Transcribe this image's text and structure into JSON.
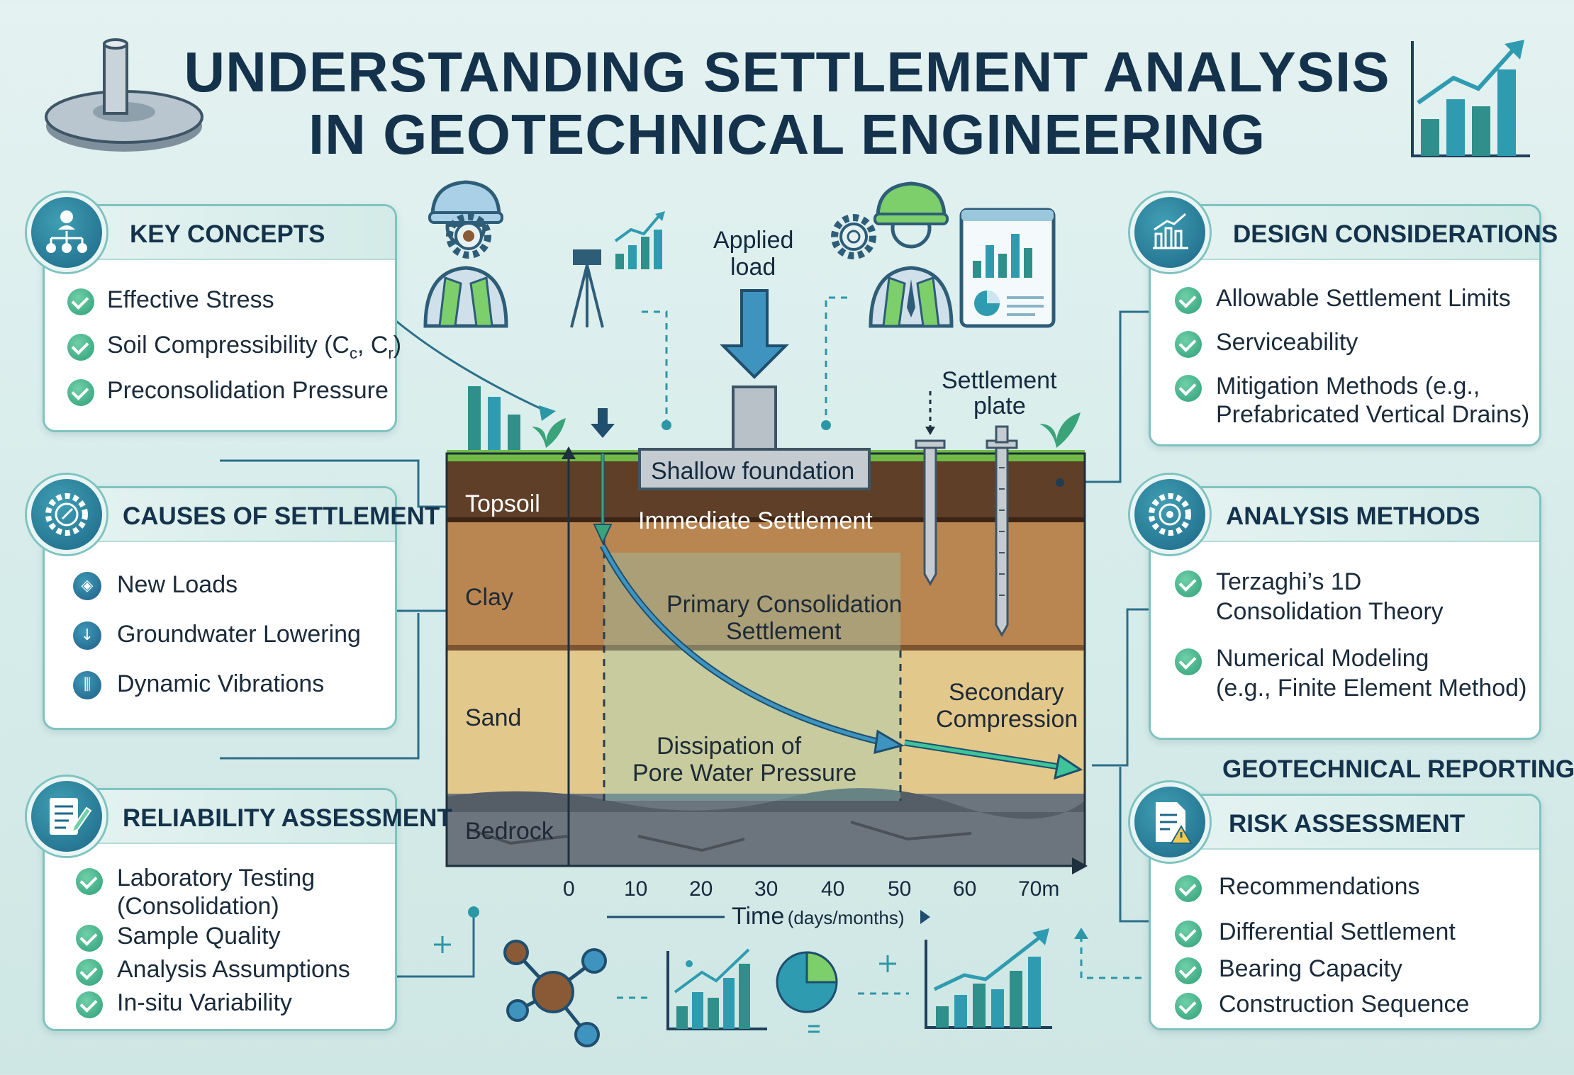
{
  "title": {
    "line1": "UNDERSTANDING SETTLEMENT ANALYSIS",
    "line2": "IN GEOTECHNICAL ENGINEERING"
  },
  "key_concepts": {
    "title": "KEY CONCEPTS",
    "items": [
      "Effective Stress",
      "Soil Compressibility (C",
      "Preconsolidation Pressure"
    ],
    "sub_c": "c",
    "sub_r": "r",
    "close": ")",
    "sep": ", C"
  },
  "causes": {
    "title": "CAUSES OF SETTLEMENT",
    "items": [
      "New Loads",
      "Groundwater Lowering",
      "Dynamic Vibrations"
    ]
  },
  "reliability": {
    "title": "RELIABILITY ASSESSMENT",
    "items": [
      "Laboratory Testing",
      "(Consolidation)",
      "Sample Quality",
      "Analysis Assumptions",
      "In-situ Variability"
    ]
  },
  "design": {
    "title": "DESIGN CONSIDERATIONS",
    "items": [
      "Allowable Settlement Limits",
      "Serviceability",
      "Mitigation Methods (e.g.,",
      "Prefabricated Vertical Drains)"
    ]
  },
  "analysis": {
    "title": "ANALYSIS METHODS",
    "items": [
      "Terzaghi’s 1D",
      "Consolidation Theory",
      "Numerical Modeling",
      "(e.g., Finite Element Method)"
    ]
  },
  "reporting_label": "GEOTECHNICAL REPORTING",
  "risk": {
    "title": "RISK ASSESSMENT",
    "items": [
      "Recommendations",
      "Differential Settlement",
      "Bearing Capacity",
      "Construction Sequence"
    ]
  },
  "diagram": {
    "applied_load": [
      "Applied",
      "load"
    ],
    "settlement_plate": [
      "Settlement",
      "plate"
    ],
    "foundation": "Shallow foundation",
    "layers": [
      "Topsoil",
      "Clay",
      "Sand",
      "Bedrock"
    ],
    "immediate": "Immediate Settlement",
    "primary": [
      "Primary Consolidation",
      "Settlement"
    ],
    "secondary": [
      "Secondary",
      "Compression"
    ],
    "dissipation": [
      "Dissipation of",
      "Pore Water Pressure"
    ],
    "ticks": [
      "0",
      "10",
      "20",
      "30",
      "40",
      "50",
      "60",
      "70m"
    ],
    "time_label": "Time",
    "time_unit": "(days/months)"
  },
  "colors": {
    "navy": "#14324b",
    "teal": "#2f8f9a",
    "green": "#3aa37a",
    "topsoil": "#6b4a2f",
    "clay": "#b98a55",
    "sand": "#e6cc94",
    "bedrock": "#6f7780"
  }
}
